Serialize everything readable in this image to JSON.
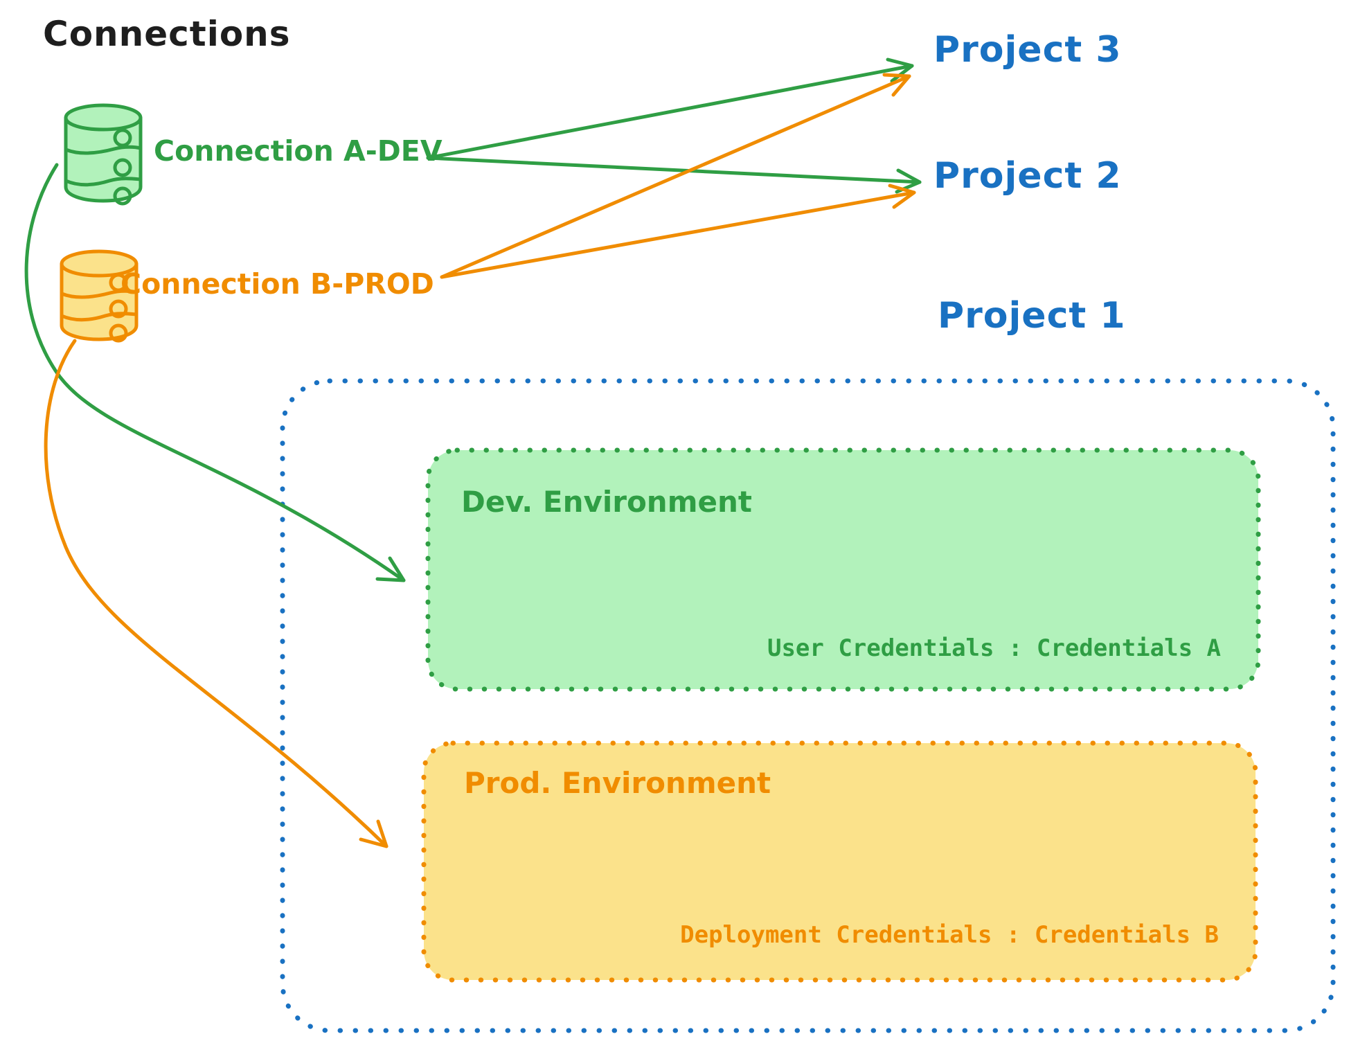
{
  "diagram": {
    "title": "Connections",
    "connections": [
      {
        "label": "Connection A-DEV",
        "icon": "database-icon",
        "color": "#2f9e44",
        "fill": "#b2f2bb"
      },
      {
        "label": "Connection B-PROD",
        "icon": "database-icon",
        "color": "#f08c00",
        "fill": "#fbe28b"
      }
    ],
    "projects": [
      {
        "label": "Project 3"
      },
      {
        "label": "Project 2"
      },
      {
        "label": "Project 1"
      }
    ],
    "project1_box": {
      "border_color": "#1971c2",
      "environments": [
        {
          "name": "Dev. Environment",
          "credentials_text": "User Credentials : Credentials A",
          "stroke": "#2f9e44",
          "fill": "#b2f2bb"
        },
        {
          "name": "Prod. Environment",
          "credentials_text": "Deployment Credentials : Credentials B",
          "stroke": "#f08c00",
          "fill": "#fbe28b"
        }
      ]
    },
    "arrows": [
      {
        "from": "Connection A-DEV",
        "to": "Project 3",
        "color": "#2f9e44",
        "style": "straight"
      },
      {
        "from": "Connection A-DEV",
        "to": "Project 2",
        "color": "#2f9e44",
        "style": "straight"
      },
      {
        "from": "Connection B-PROD",
        "to": "Project 3",
        "color": "#f08c00",
        "style": "straight"
      },
      {
        "from": "Connection B-PROD",
        "to": "Project 2",
        "color": "#f08c00",
        "style": "straight"
      },
      {
        "from": "Connection A-DEV",
        "to": "Dev. Environment",
        "color": "#2f9e44",
        "style": "curved"
      },
      {
        "from": "Connection B-PROD",
        "to": "Prod. Environment",
        "color": "#f08c00",
        "style": "curved"
      }
    ],
    "colors": {
      "blue": "#1971c2",
      "green": "#2f9e44",
      "green_fill": "#b2f2bb",
      "orange": "#f08c00",
      "orange_fill": "#fbe28b",
      "black": "#1e1e1e"
    }
  }
}
